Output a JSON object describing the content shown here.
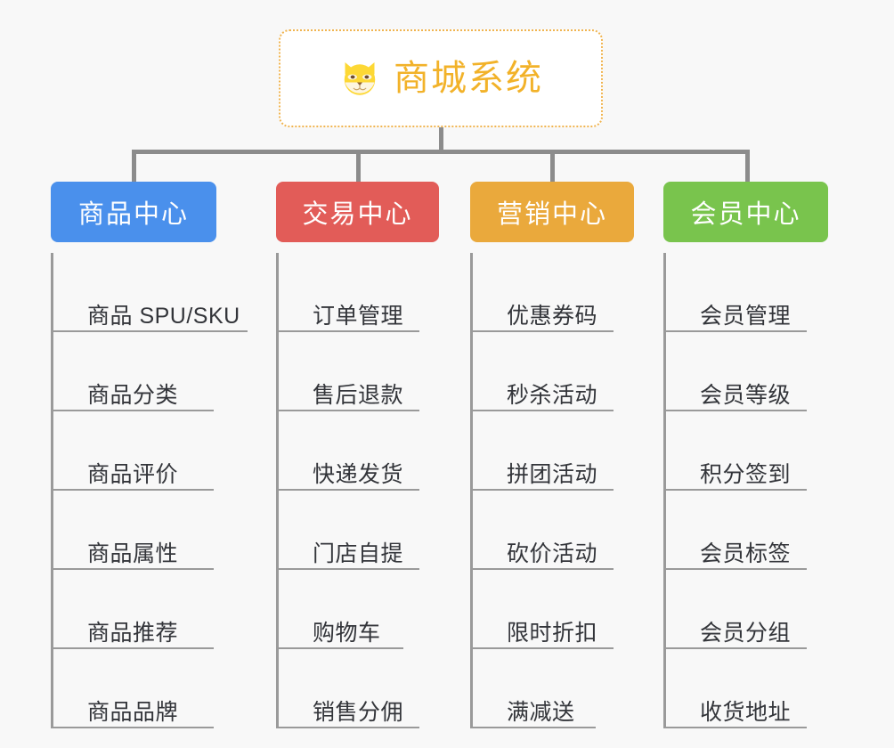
{
  "page": {
    "background_color": "#f8f8f8",
    "type": "mind-map"
  },
  "root": {
    "title": "商城系统",
    "icon": "shiba-dog-face-icon",
    "text_color": "#f2b229",
    "border_color": "#f0b450",
    "background_color": "#ffffff"
  },
  "connector": {
    "color": "#8c8c8c"
  },
  "branches": [
    {
      "title": "商品中心",
      "color": "#4a90ec",
      "items": [
        "商品 SPU/SKU",
        "商品分类",
        "商品评价",
        "商品属性",
        "商品推荐",
        "商品品牌"
      ]
    },
    {
      "title": "交易中心",
      "color": "#e25c58",
      "items": [
        "订单管理",
        "售后退款",
        "快递发货",
        "门店自提",
        "购物车",
        "销售分佣"
      ]
    },
    {
      "title": "营销中心",
      "color": "#eaa93c",
      "items": [
        "优惠券码",
        "秒杀活动",
        "拼团活动",
        "砍价活动",
        "限时折扣",
        "满减送"
      ]
    },
    {
      "title": "会员中心",
      "color": "#79c44d",
      "items": [
        "会员管理",
        "会员等级",
        "积分签到",
        "会员标签",
        "会员分组",
        "收货地址"
      ]
    }
  ]
}
